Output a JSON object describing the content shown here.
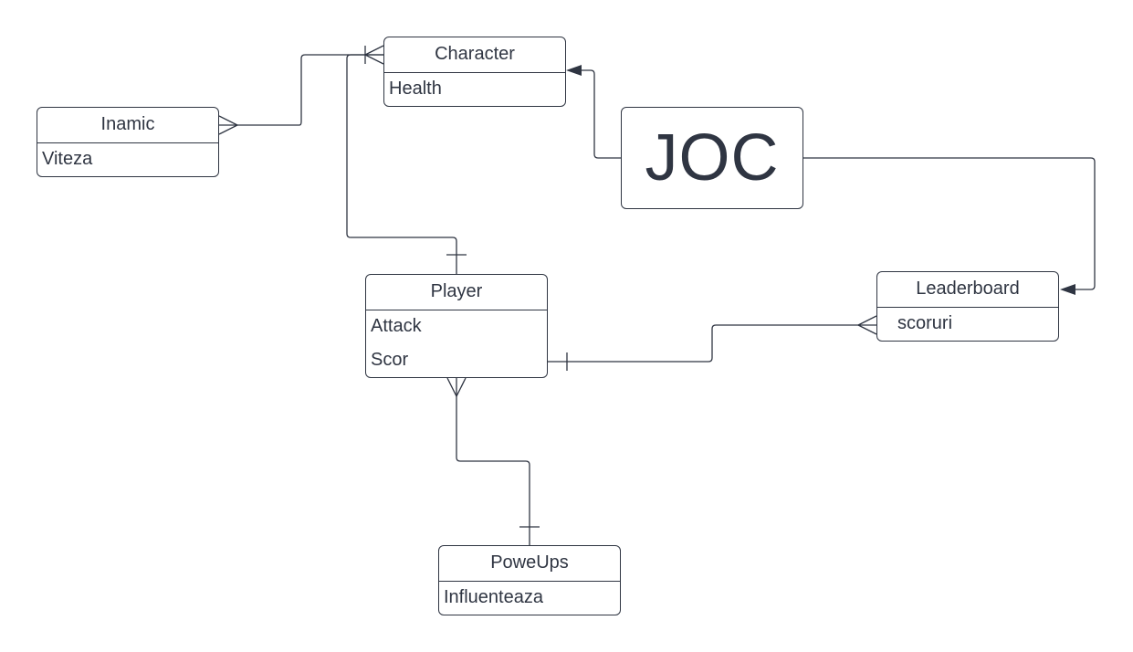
{
  "entities": {
    "character": {
      "title": "Character",
      "attributes": [
        "Health"
      ]
    },
    "inamic": {
      "title": "Inamic",
      "attributes": [
        "Viteza"
      ]
    },
    "player": {
      "title": "Player",
      "attributes": [
        "Attack",
        "Scor"
      ]
    },
    "leaderboard": {
      "title": "Leaderboard",
      "attributes": [
        "scoruri"
      ]
    },
    "powerups": {
      "title": "PoweUps",
      "attributes": [
        "Influenteaza"
      ]
    }
  },
  "joc": {
    "label": "JOC"
  },
  "colors": {
    "line": "#2f3542",
    "background": "#ffffff"
  }
}
